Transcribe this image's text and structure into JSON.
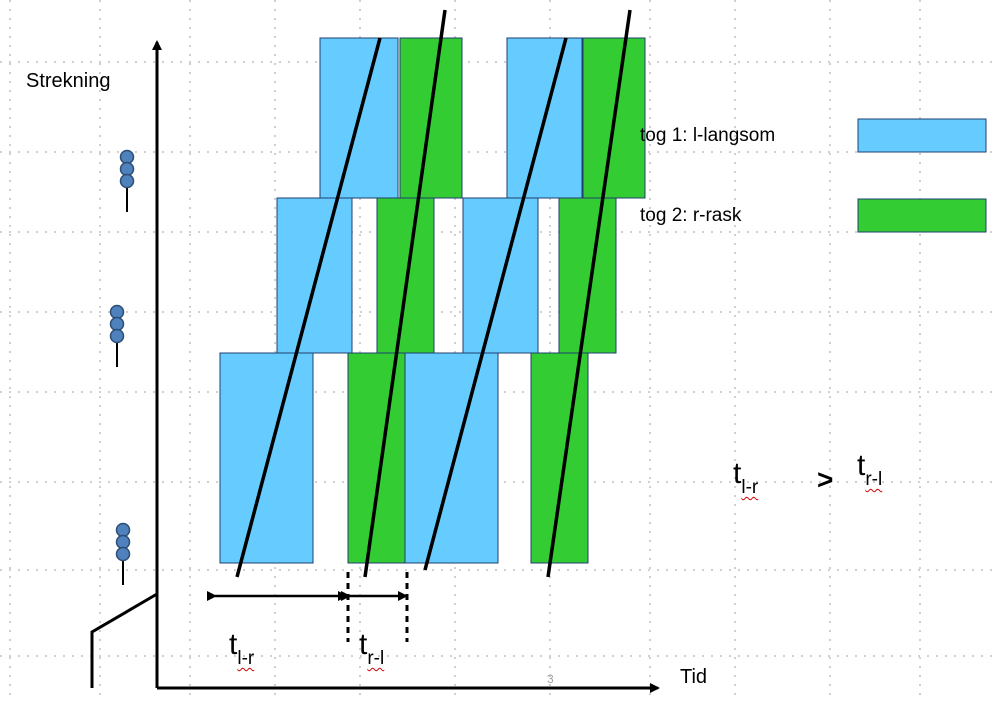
{
  "axes": {
    "y_label": "Strekning",
    "x_label": "Tid"
  },
  "legend": [
    {
      "label": "tog 1: l-langsom",
      "color": "#66ccff"
    },
    {
      "label": "tog 2: r-rask",
      "color": "#33cc33"
    }
  ],
  "intervals": {
    "t_lr": {
      "main": "t",
      "sub": "l-r"
    },
    "t_rl": {
      "main": "t",
      "sub": "r-l"
    }
  },
  "comparison": {
    "left": {
      "main": "t",
      "sub": "l-r"
    },
    "operator": ">",
    "right": {
      "main": "t",
      "sub": "r-l"
    }
  },
  "slide_number": "3",
  "colors": {
    "slow": "#66ccff",
    "fast": "#33cc33",
    "line": "#000000",
    "grid": "#a0a0a0"
  }
}
